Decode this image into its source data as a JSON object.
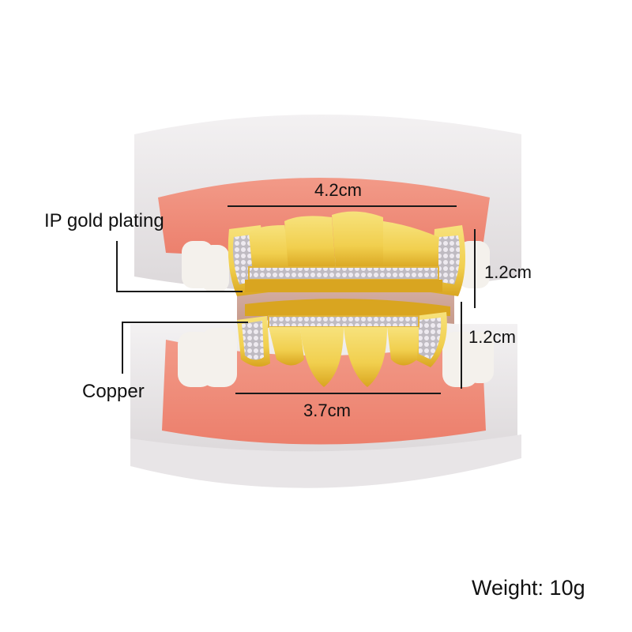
{
  "annotations": {
    "material_top": "IP gold plating",
    "material_bottom": "Copper",
    "top_width": "4.2cm",
    "bottom_width": "3.7cm",
    "top_height": "1.2cm",
    "bottom_height": "1.2cm",
    "weight": "Weight: 10g"
  },
  "colors": {
    "background": "#ffffff",
    "base_white": "#ece9ea",
    "gum_pink": "#f08a78",
    "gold": "#f2d760",
    "gold_dark": "#d9a520",
    "stone": "#d8d4d8",
    "text": "#111111"
  },
  "image": {
    "subject": "gold grillz set on dental model",
    "pieces": [
      "top-grill",
      "bottom-grill"
    ]
  }
}
